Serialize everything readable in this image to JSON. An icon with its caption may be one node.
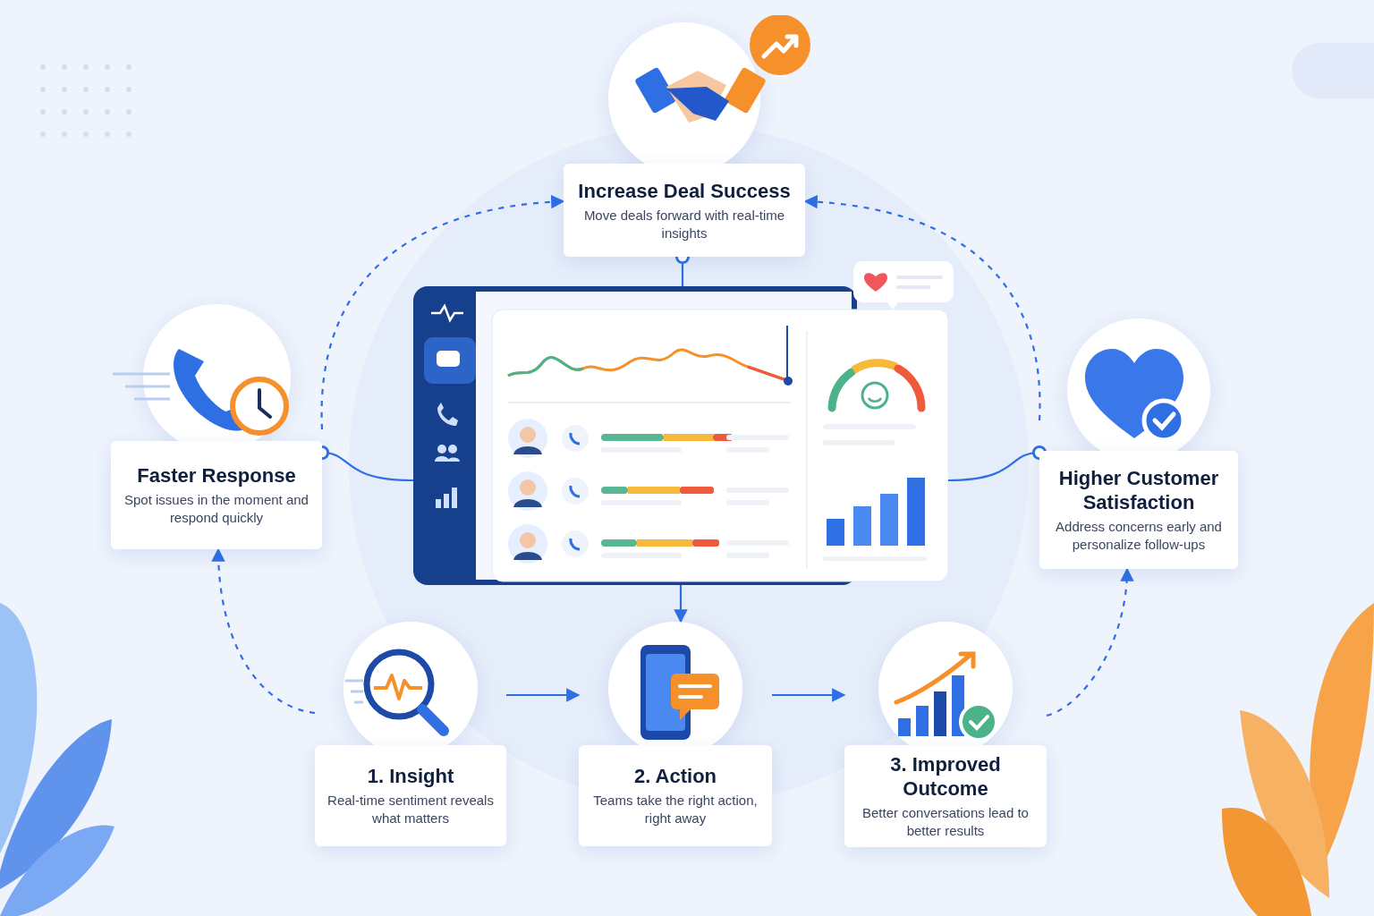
{
  "diagram": {
    "nodes": [
      {
        "text": [
          "Increase Deal Success",
          "Move deals forward with real-time insights"
        ]
      },
      {
        "text": [
          "Faster Response",
          "Spot issues in the moment and respond quickly"
        ]
      },
      {
        "text": [],
        "shape": "picture"
      },
      {
        "text": [
          "Higher Customer Satisfaction",
          "Address concerns early and personalize follow-ups"
        ]
      },
      {
        "text": [
          "1. Insight",
          "Real-time sentiment reveals what matters"
        ]
      },
      {
        "text": [
          "2. Action",
          "Teams take the right action, right away"
        ]
      },
      {
        "text": [
          "3. Improved Outcome",
          "Better conversations lead to better results"
        ]
      }
    ],
    "edges": [
      {
        "from": 1,
        "to": 0,
        "arrow": "to",
        "style": "dashed"
      },
      {
        "from": 3,
        "to": 0,
        "arrow": "to",
        "style": "dashed"
      },
      {
        "from": 4,
        "to": 1,
        "arrow": "to",
        "style": "dashed"
      },
      {
        "from": 6,
        "to": 3,
        "arrow": "to",
        "style": "dashed"
      },
      {
        "from": 4,
        "to": 5,
        "arrow": "to"
      },
      {
        "from": 5,
        "to": 6,
        "arrow": "to"
      },
      {
        "from": 2,
        "to": 0,
        "arrow": "other"
      },
      {
        "from": 2,
        "to": 1,
        "arrow": "other"
      },
      {
        "from": 2,
        "to": 3,
        "arrow": "other"
      },
      {
        "from": 2,
        "to": 5,
        "arrow": "to"
      }
    ]
  }
}
